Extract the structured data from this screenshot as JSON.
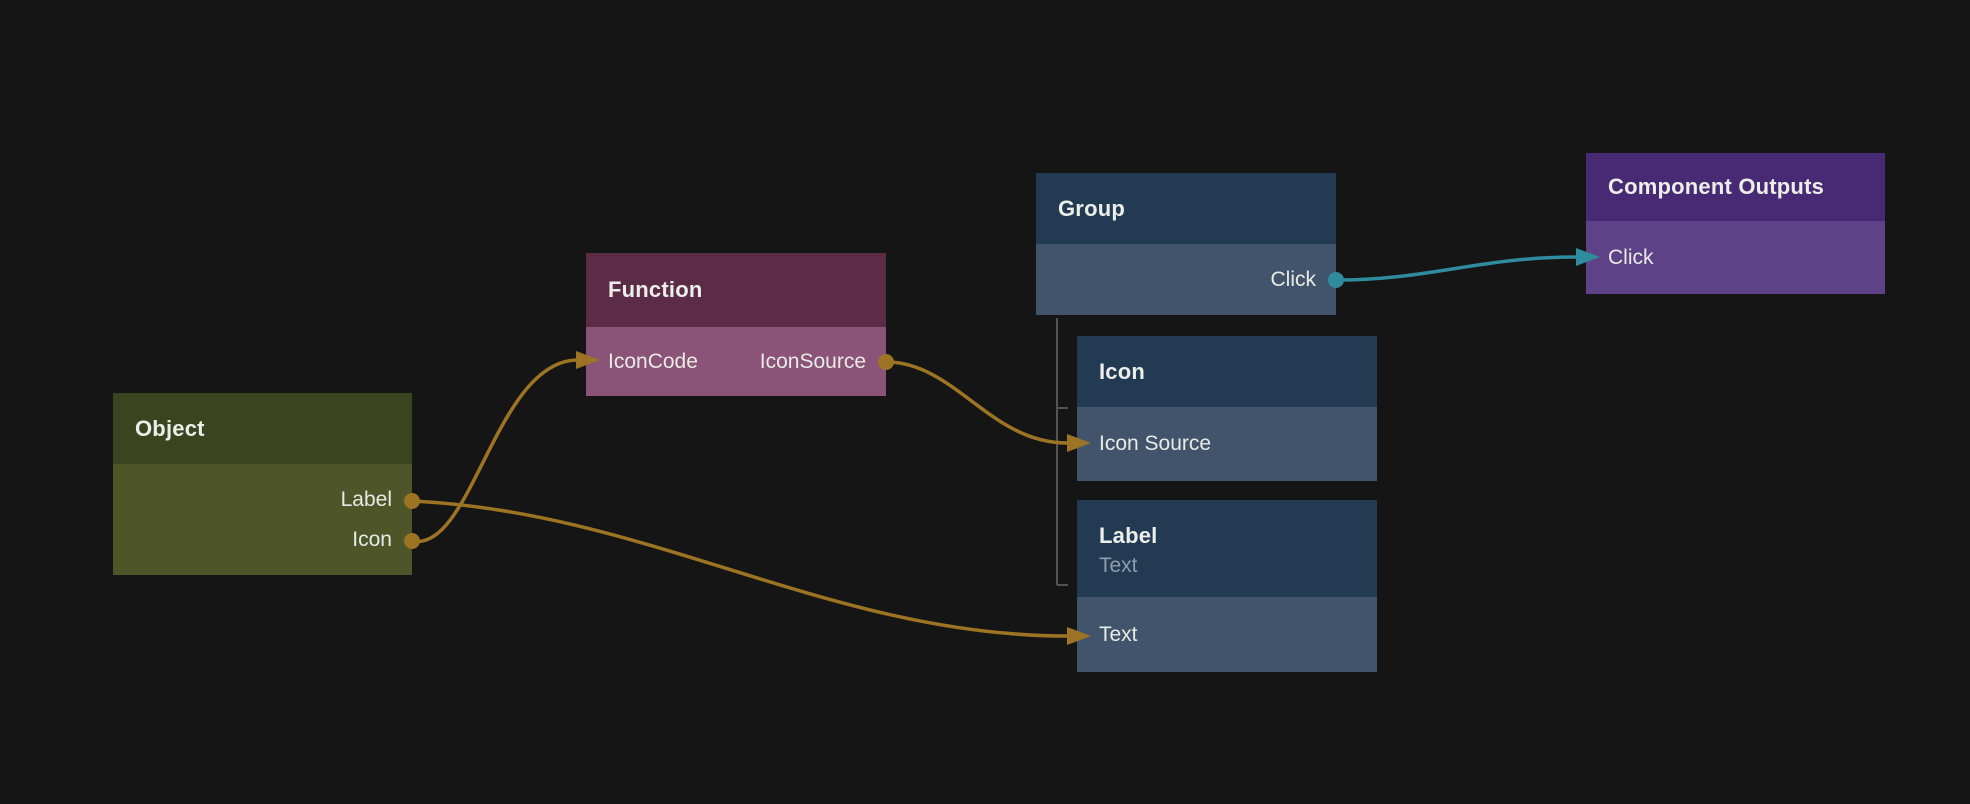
{
  "canvas": {
    "background": "#151515"
  },
  "colors": {
    "gold_wire": "#9d7423",
    "teal_wire": "#2f8b9e",
    "bracket_line": "#535353",
    "title_text": "#eceee9",
    "row_text": "#e8eae4",
    "subtitle_text": "#8d9cae"
  },
  "nodes": {
    "object": {
      "title": "Object",
      "header_color": "#3a441f",
      "body_color": "#4d5529",
      "ports": [
        {
          "label": "Label",
          "direction": "output",
          "port_color": "#9d7423"
        },
        {
          "label": "Icon",
          "direction": "output",
          "port_color": "#9d7423"
        }
      ]
    },
    "function": {
      "title": "Function",
      "header_color": "#5c2b47",
      "body_color": "#8b5378",
      "ports": [
        {
          "label": "IconCode",
          "direction": "input"
        },
        {
          "label": "IconSource",
          "direction": "output",
          "port_color": "#9d7423"
        }
      ]
    },
    "group": {
      "title": "Group",
      "header_color": "#223a52",
      "body_color": "#42546c",
      "ports": [
        {
          "label": "Click",
          "direction": "output",
          "port_color": "#2f8b9e"
        }
      ]
    },
    "icon": {
      "title": "Icon",
      "header_color": "#223a52",
      "body_color": "#42546c",
      "ports": [
        {
          "label": "Icon Source",
          "direction": "input"
        }
      ]
    },
    "label": {
      "title": "Label",
      "subtitle": "Text",
      "subtitle_color": "#8d9cae",
      "header_color": "#223a52",
      "body_color": "#42546c",
      "ports": [
        {
          "label": "Text",
          "direction": "input"
        }
      ]
    },
    "component_outputs": {
      "title": "Component Outputs",
      "header_color": "#482a74",
      "body_color": "#5d4288",
      "ports": [
        {
          "label": "Click",
          "direction": "input"
        }
      ]
    }
  },
  "edges": [
    {
      "from": "Object.Icon",
      "to": "Function.IconCode",
      "color": "#9d7423"
    },
    {
      "from": "Object.Label",
      "to": "Label.Text",
      "color": "#9d7423"
    },
    {
      "from": "Function.IconSource",
      "to": "Icon.Icon Source",
      "color": "#9d7423"
    },
    {
      "from": "Group.Click",
      "to": "Component Outputs.Click",
      "color": "#2f8b9e"
    }
  ],
  "bracket": {
    "connects": "Group to children Icon and Label",
    "color": "#535353"
  }
}
